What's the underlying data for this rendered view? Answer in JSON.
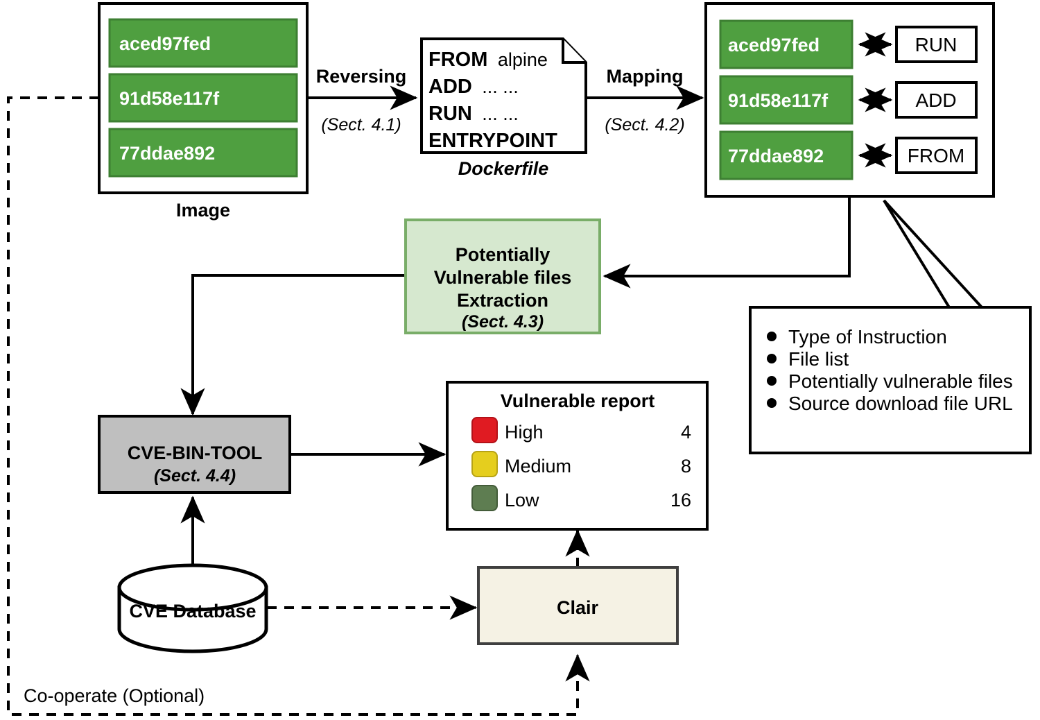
{
  "diagram": {
    "title": "Docker image vulnerability analysis workflow",
    "colors": {
      "layer_green": "#4f9f40",
      "layer_green_border": "#3d7f32",
      "extraction_fill": "#d6e8cf",
      "extraction_border": "#79ad68",
      "cvebintool_fill": "#bfbfbf",
      "clair_fill": "#f5f2e4",
      "severity_high": "#e01b22",
      "severity_medium": "#e5ce1e",
      "severity_low": "#5e7d51",
      "stroke": "#000000",
      "background": "#ffffff"
    },
    "image_node": {
      "caption": "Image",
      "layers": [
        "aced97fed",
        "91d58e117f",
        "77ddae892"
      ]
    },
    "dockerfile_node": {
      "caption": "Dockerfile",
      "lines": [
        {
          "keyword": "FROM",
          "arg": "alpine"
        },
        {
          "keyword": "ADD",
          "arg": "... ..."
        },
        {
          "keyword": "RUN",
          "arg": "... ..."
        },
        {
          "keyword": "ENTRYPOINT",
          "arg": ""
        }
      ]
    },
    "mapping_node": {
      "pairs": [
        {
          "layer": "aced97fed",
          "instruction": "RUN"
        },
        {
          "layer": "91d58e117f",
          "instruction": "ADD"
        },
        {
          "layer": "77ddae892",
          "instruction": "FROM"
        }
      ]
    },
    "edges": {
      "reversing": {
        "label": "Reversing",
        "section": "(Sect. 4.1)"
      },
      "mapping": {
        "label": "Mapping",
        "section": "(Sect. 4.2)"
      },
      "cooperate": {
        "label": "Co-operate (Optional)"
      }
    },
    "extraction_node": {
      "line1": "Potentially",
      "line2": "Vulnerable files",
      "line3": "Extraction",
      "section": "(Sect. 4.3)"
    },
    "callout_node": {
      "items": [
        "Type of Instruction",
        "File list",
        "Potentially vulnerable files",
        "Source download file URL"
      ]
    },
    "cvebintool_node": {
      "title": "CVE-BIN-TOOL",
      "section": "(Sect. 4.4)"
    },
    "database_node": {
      "label": "CVE Database"
    },
    "clair_node": {
      "label": "Clair"
    },
    "report_node": {
      "title": "Vulnerable report",
      "rows": [
        {
          "severity": "High",
          "count": "4",
          "color": "#e01b22"
        },
        {
          "severity": "Medium",
          "count": "8",
          "color": "#e5ce1e"
        },
        {
          "severity": "Low",
          "count": "16",
          "color": "#5e7d51"
        }
      ]
    }
  }
}
